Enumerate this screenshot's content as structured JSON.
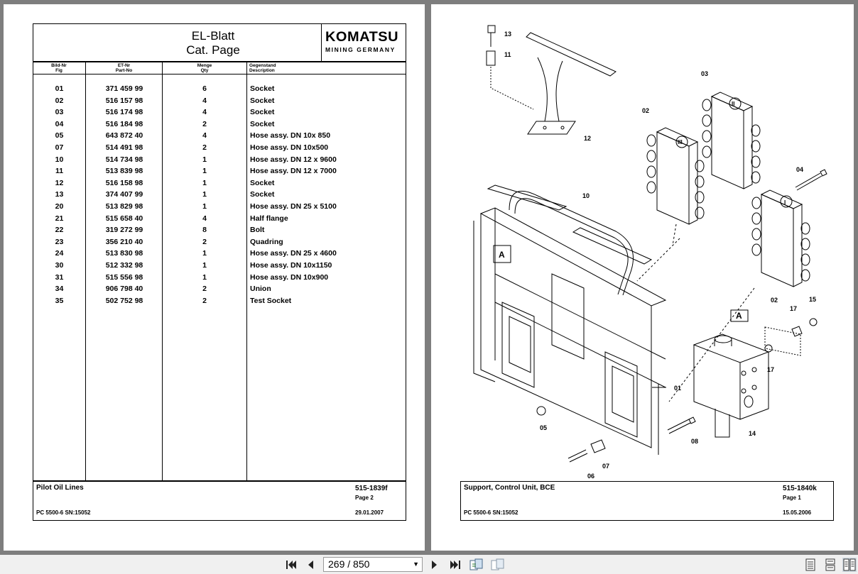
{
  "left_page": {
    "header": {
      "title_line1": "EL-Blatt",
      "title_line2": "Cat. Page",
      "logo_brand": "KOMATSU",
      "logo_sub": "MINING GERMANY"
    },
    "columns": [
      {
        "de": "Bild-Nr",
        "en": "Fig"
      },
      {
        "de": "ET-Nr",
        "en": "Part-No"
      },
      {
        "de": "Menge",
        "en": "Qty"
      },
      {
        "de": "Gegenstand",
        "en": "Description"
      }
    ],
    "rows": [
      {
        "fig": "01",
        "part": "371 459 99",
        "qty": "6",
        "desc": "Socket"
      },
      {
        "fig": "02",
        "part": "516 157 98",
        "qty": "4",
        "desc": "Socket"
      },
      {
        "fig": "03",
        "part": "516 174 98",
        "qty": "4",
        "desc": "Socket"
      },
      {
        "fig": "04",
        "part": "516 184 98",
        "qty": "2",
        "desc": "Socket"
      },
      {
        "fig": "05",
        "part": "643 872 40",
        "qty": "4",
        "desc": "Hose assy. DN 10x 850"
      },
      {
        "fig": "07",
        "part": "514 491 98",
        "qty": "2",
        "desc": "Hose assy. DN 10x500"
      },
      {
        "fig": "10",
        "part": "514 734 98",
        "qty": "1",
        "desc": "Hose assy. DN 12 x 9600"
      },
      {
        "fig": "11",
        "part": "513 839 98",
        "qty": "1",
        "desc": "Hose assy. DN 12 x 7000"
      },
      {
        "fig": "12",
        "part": "516 158 98",
        "qty": "1",
        "desc": "Socket"
      },
      {
        "fig": "13",
        "part": "374 407 99",
        "qty": "1",
        "desc": "Socket"
      },
      {
        "fig": "20",
        "part": "513 829 98",
        "qty": "1",
        "desc": "Hose assy. DN 25 x 5100"
      },
      {
        "fig": "21",
        "part": "515 658 40",
        "qty": "4",
        "desc": "Half flange"
      },
      {
        "fig": "22",
        "part": "319 272 99",
        "qty": "8",
        "desc": "Bolt"
      },
      {
        "fig": "23",
        "part": "356 210 40",
        "qty": "2",
        "desc": "Quadring"
      },
      {
        "fig": "24",
        "part": "513 830 98",
        "qty": "1",
        "desc": "Hose assy. DN 25 x 4600"
      },
      {
        "fig": "30",
        "part": "512 332 98",
        "qty": "1",
        "desc": "Hose assy. DN 10x1150"
      },
      {
        "fig": "31",
        "part": "515 556 98",
        "qty": "1",
        "desc": "Hose assy. DN 10x900"
      },
      {
        "fig": "34",
        "part": "906 798 40",
        "qty": "2",
        "desc": "Union"
      },
      {
        "fig": "35",
        "part": "502 752 98",
        "qty": "2",
        "desc": "Test Socket"
      }
    ],
    "footer": {
      "title": "Pilot Oil Lines",
      "doc_no": "515-1839f",
      "page": "Page 2",
      "model": "PC 5500-6 SN:15052",
      "date": "29.01.2007"
    }
  },
  "right_page": {
    "drawing_labels": [
      "13",
      "11",
      "12",
      "03",
      "02",
      "10",
      "04",
      "A",
      "01",
      "02",
      "15",
      "17",
      "A",
      "17",
      "05",
      "08",
      "07",
      "06",
      "14",
      "I",
      "II",
      "III"
    ],
    "footer": {
      "title": "Support, Control Unit, BCE",
      "doc_no": "515-1840k",
      "page": "Page 1",
      "model": "PC 5500-6 SN:15052",
      "date": "15.05.2006"
    }
  },
  "toolbar": {
    "current_page": "269",
    "total_pages": "850",
    "page_display": "269 / 850",
    "icons": [
      "first-page-icon",
      "prev-page-icon",
      "dropdown-icon",
      "next-page-icon",
      "last-page-icon",
      "continuous-view-icon",
      "fit-view-icon",
      "single-page-view-icon",
      "scroll-view-icon",
      "two-page-view-icon"
    ]
  }
}
